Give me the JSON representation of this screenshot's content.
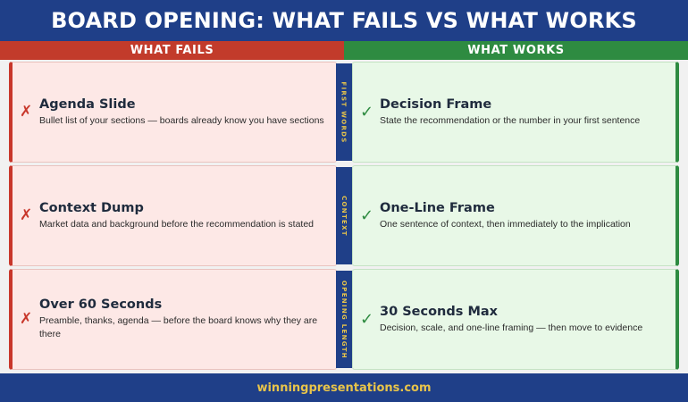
{
  "title": "BOARD OPENING: WHAT FAILS VS WHAT WORKS",
  "columns": {
    "fails": "WHAT FAILS",
    "works": "WHAT WORKS"
  },
  "colors": {
    "navy": "#1f3f88",
    "red": "#c23b2b",
    "green": "#2e8b41",
    "gold": "#e8c44a"
  },
  "rows": [
    {
      "category": "FIRST WORDS",
      "fail": {
        "icon": "cross-icon",
        "mark": "✗",
        "title": "Agenda Slide",
        "desc": "Bullet list of your sections — boards already know you have sections"
      },
      "work": {
        "icon": "check-icon",
        "mark": "✓",
        "title": "Decision Frame",
        "desc": "State the recommendation or the number in your first sentence"
      }
    },
    {
      "category": "CONTEXT",
      "fail": {
        "icon": "cross-icon",
        "mark": "✗",
        "title": "Context Dump",
        "desc": "Market data and background before the recommendation is stated"
      },
      "work": {
        "icon": "check-icon",
        "mark": "✓",
        "title": "One-Line Frame",
        "desc": "One sentence of context, then immediately to the implication"
      }
    },
    {
      "category": "OPENING LENGTH",
      "fail": {
        "icon": "cross-icon",
        "mark": "✗",
        "title": "Over 60 Seconds",
        "desc": "Preamble, thanks, agenda — before the board knows why they are there"
      },
      "work": {
        "icon": "check-icon",
        "mark": "✓",
        "title": "30 Seconds Max",
        "desc": "Decision, scale, and one-line framing — then move to evidence"
      }
    }
  ],
  "footer": "winningpresentations.com"
}
